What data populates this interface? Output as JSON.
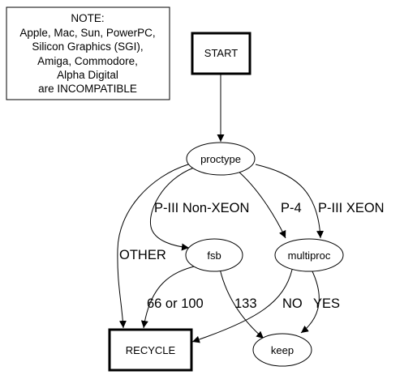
{
  "note": {
    "lines": [
      "NOTE:",
      "Apple, Mac, Sun, PowerPC,",
      "Silicon Graphics (SGI),",
      "Amiga, Commodore,",
      "Alpha Digital",
      "are INCOMPATIBLE"
    ]
  },
  "nodes": {
    "start": "START",
    "proctype": "proctype",
    "fsb": "fsb",
    "multiproc": "multiproc",
    "recycle": "RECYCLE",
    "keep": "keep"
  },
  "edges": {
    "p3_non_xeon": "P-III Non-XEON",
    "p4": "P-4",
    "p3_xeon": "P-III XEON",
    "other": "OTHER",
    "fsb_66_100": "66 or 100",
    "fsb_133": "133",
    "no": "NO",
    "yes": "YES"
  }
}
